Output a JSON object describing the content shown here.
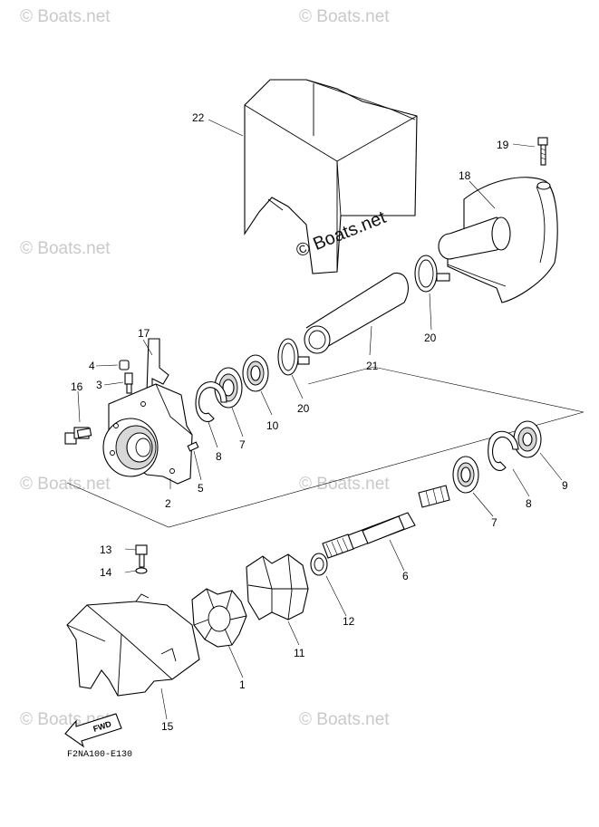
{
  "watermark": "© Boats.net",
  "watermark_center": "© Boats.net",
  "code": "F2NA100-E130",
  "fwd": "FWD",
  "parts": [
    {
      "id": "22",
      "label": "22"
    },
    {
      "id": "19",
      "label": "19"
    },
    {
      "id": "18",
      "label": "18"
    },
    {
      "id": "17",
      "label": "17"
    },
    {
      "id": "4",
      "label": "4"
    },
    {
      "id": "3",
      "label": "3"
    },
    {
      "id": "16",
      "label": "16"
    },
    {
      "id": "21",
      "label": "21"
    },
    {
      "id": "20a",
      "label": "20"
    },
    {
      "id": "20b",
      "label": "20"
    },
    {
      "id": "10",
      "label": "10"
    },
    {
      "id": "7a",
      "label": "7"
    },
    {
      "id": "8a",
      "label": "8"
    },
    {
      "id": "5",
      "label": "5"
    },
    {
      "id": "2",
      "label": "2"
    },
    {
      "id": "9",
      "label": "9"
    },
    {
      "id": "8b",
      "label": "8"
    },
    {
      "id": "7b",
      "label": "7"
    },
    {
      "id": "6",
      "label": "6"
    },
    {
      "id": "12",
      "label": "12"
    },
    {
      "id": "11",
      "label": "11"
    },
    {
      "id": "13",
      "label": "13"
    },
    {
      "id": "14",
      "label": "14"
    },
    {
      "id": "1",
      "label": "1"
    },
    {
      "id": "15",
      "label": "15"
    }
  ]
}
